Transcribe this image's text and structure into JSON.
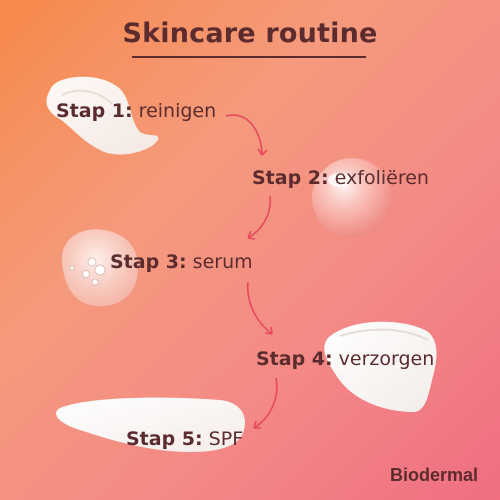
{
  "title": "Skincare routine",
  "steps": [
    {
      "label": "Stap 1:",
      "text": "reinigen"
    },
    {
      "label": "Stap 2:",
      "text": "exfoliëren"
    },
    {
      "label": "Stap 3:",
      "text": "serum"
    },
    {
      "label": "Stap 4:",
      "text": "verzorgen"
    },
    {
      "label": "Stap 5:",
      "text": "SPF"
    }
  ],
  "brand": "Biodermal",
  "colors": {
    "text": "#5b2b2d",
    "arrow": "#e8485e",
    "background_start": "#f7894a",
    "background_end": "#ef6e82"
  }
}
